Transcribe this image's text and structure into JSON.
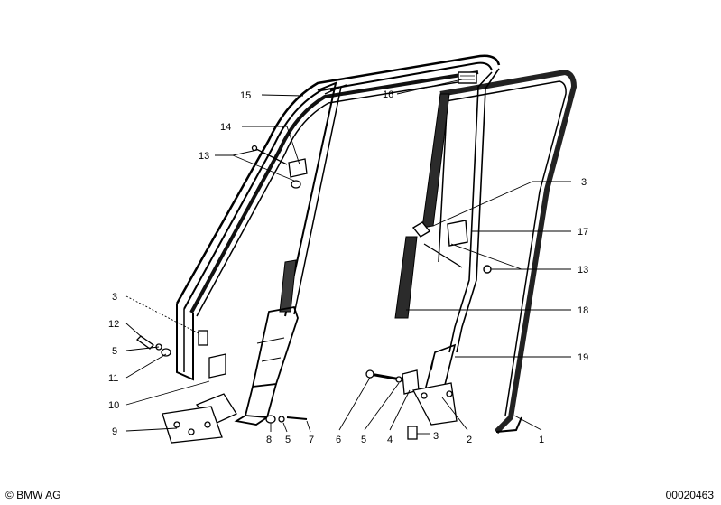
{
  "labels": {
    "l15": "15",
    "l16": "16",
    "l14": "14",
    "l13a": "13",
    "l3a": "3",
    "l17": "17",
    "l13b": "13",
    "l18": "18",
    "l19": "19",
    "l3b": "3",
    "l12": "12",
    "l5a": "5",
    "l11": "11",
    "l10": "10",
    "l9": "9",
    "l8": "8",
    "l5b": "5",
    "l7": "7",
    "l6": "6",
    "l5c": "5",
    "l4": "4",
    "l3c": "3",
    "l2": "2",
    "l1": "1"
  },
  "footer": {
    "brand": "© BMW AG",
    "doc_number": "00020463"
  }
}
